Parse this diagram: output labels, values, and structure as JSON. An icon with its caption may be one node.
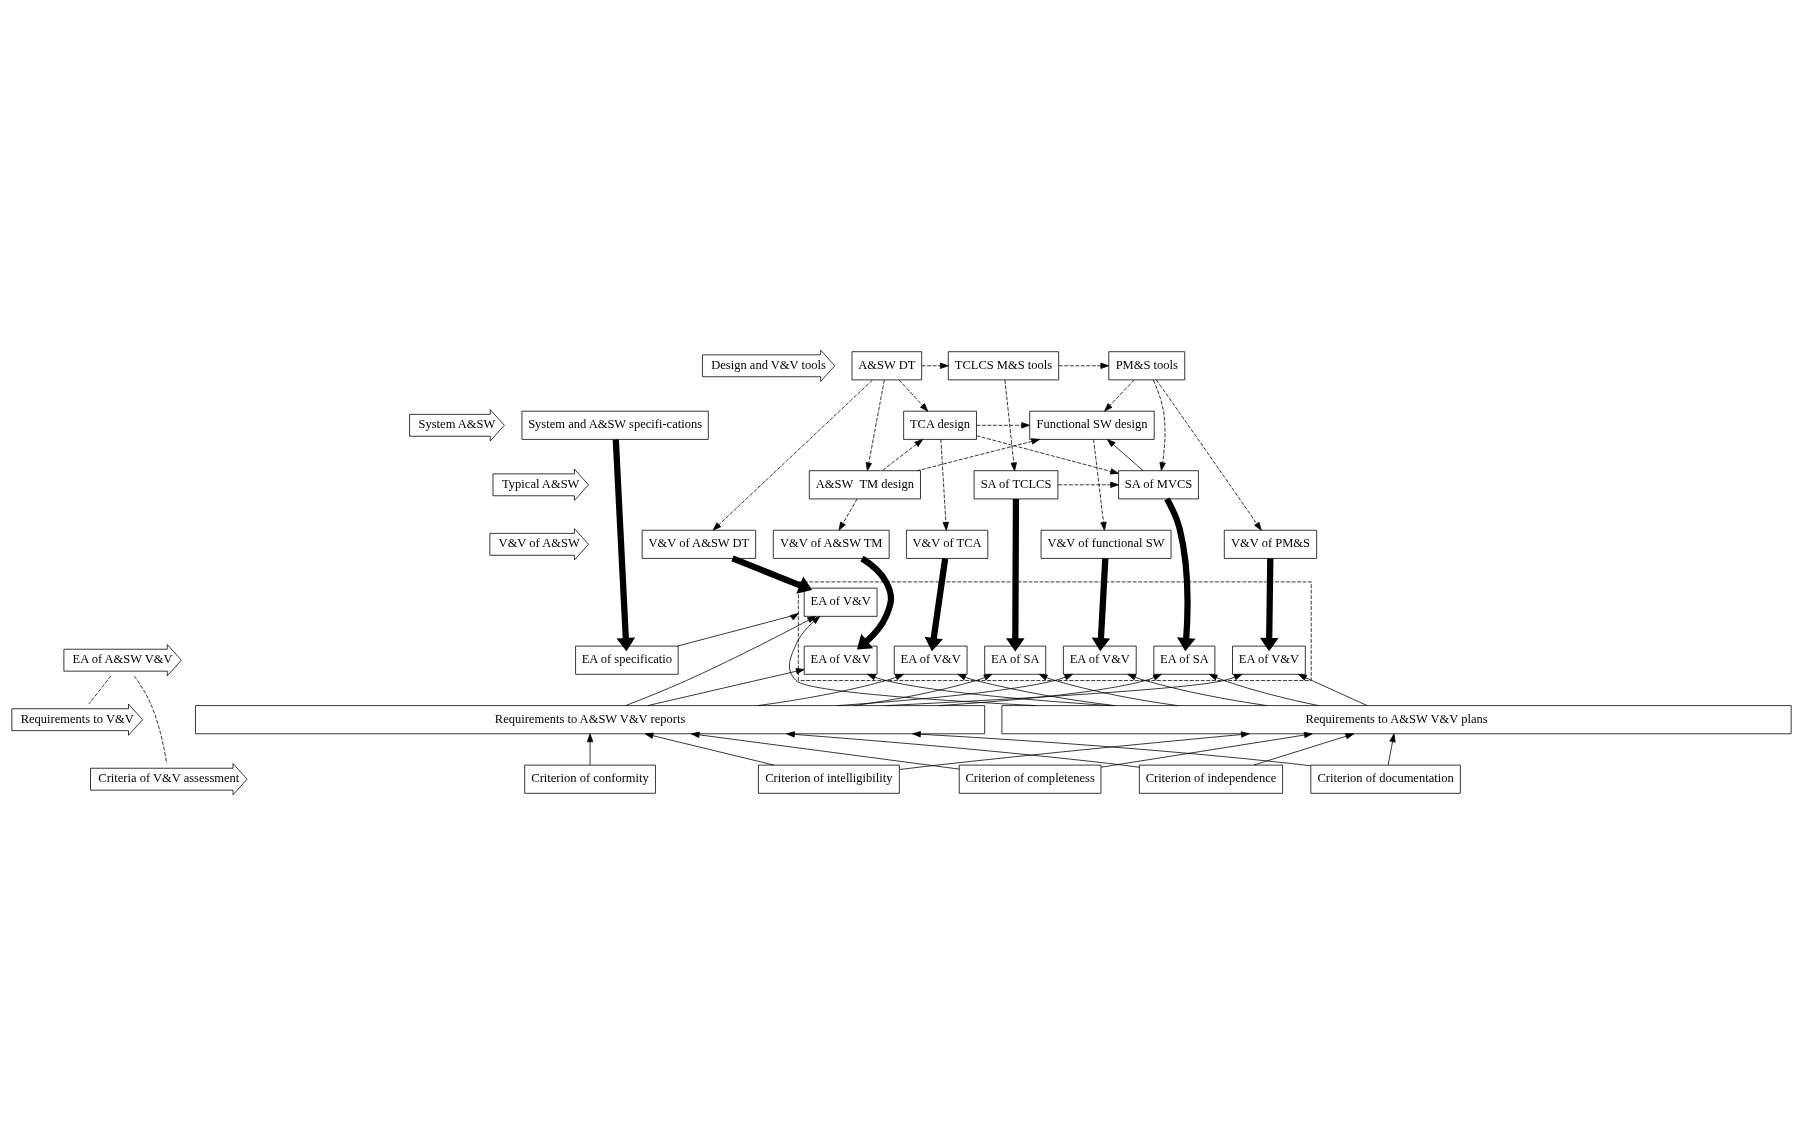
{
  "diagram": {
    "nodes": [
      {
        "text": [
          "Design and V&V tools"
        ]
      },
      {
        "text": [
          "System A&SW"
        ]
      },
      {
        "text": [
          "Typical A&SW"
        ]
      },
      {
        "text": [
          "V&V of A&SW"
        ]
      },
      {
        "text": [
          "EA of A&SW V&V"
        ]
      },
      {
        "text": [
          "Requirements to V&V"
        ]
      },
      {
        "text": [
          "Criteria of V&V assessment"
        ]
      },
      {
        "text": [
          "System and A&SW specifi-cations"
        ]
      },
      {
        "text": [
          "A&SW DT"
        ]
      },
      {
        "text": [
          "TCLCS M&S tools"
        ]
      },
      {
        "text": [
          "PM&S tools"
        ]
      },
      {
        "text": [
          "TCA design"
        ]
      },
      {
        "text": [
          "Functional SW design"
        ]
      },
      {
        "text": [
          "A&SW  TM design"
        ]
      },
      {
        "text": [
          "SA of TCLCS"
        ]
      },
      {
        "text": [
          "SA of MVCS"
        ]
      },
      {
        "text": [
          "V&V of A&SW DT"
        ]
      },
      {
        "text": [
          "V&V of A&SW TM"
        ]
      },
      {
        "text": [
          "V&V of TCA"
        ]
      },
      {
        "text": [
          "V&V of PM&S"
        ]
      },
      {
        "text": [
          "V&V of functional SW"
        ]
      },
      {
        "text": [],
        "shape": "box"
      },
      {
        "text": [
          "EA of specificatio"
        ]
      },
      {
        "text": [
          "EA of V&V"
        ],
        "in": 21
      },
      {
        "text": [
          "EA of V&V"
        ],
        "in": 21
      },
      {
        "text": [
          "EA of V&V"
        ],
        "in": 21
      },
      {
        "text": [
          "EA of SA"
        ],
        "in": 21
      },
      {
        "text": [
          "EA of V&V"
        ],
        "in": 21
      },
      {
        "text": [
          "EA of SA"
        ],
        "in": 21
      },
      {
        "text": [
          "EA of V&V"
        ],
        "in": 21
      },
      {
        "text": [
          "Requirements to A&SW V&V plans"
        ]
      },
      {
        "text": [
          "Requirements to A&SW V&V reports"
        ]
      },
      {
        "text": [
          "Criterion of documentation"
        ]
      },
      {
        "text": [
          "Criterion of intelligibility"
        ]
      },
      {
        "text": [
          "Criterion of completeness"
        ]
      },
      {
        "text": [
          "Criterion of independence"
        ]
      },
      {
        "text": [
          "Criterion of conformity"
        ]
      }
    ],
    "edges": [
      {
        "from": 8,
        "to": 9,
        "arrow": "to",
        "style": "dashed"
      },
      {
        "from": 8,
        "to": 13,
        "arrow": "to",
        "style": "dashed"
      },
      {
        "from": 8,
        "to": 11,
        "arrow": "to",
        "style": "dashed"
      },
      {
        "from": 8,
        "to": 16,
        "arrow": "to",
        "style": "dashed"
      },
      {
        "from": 9,
        "to": 10,
        "arrow": "to",
        "style": "dashed"
      },
      {
        "from": 9,
        "to": 14,
        "arrow": "to",
        "style": "dashed"
      },
      {
        "from": 10,
        "to": 12,
        "arrow": "to",
        "style": "dashed"
      },
      {
        "from": 10,
        "to": 15,
        "arrow": "to",
        "style": "dashed"
      },
      {
        "from": 10,
        "to": 19,
        "arrow": "to",
        "style": "dashed"
      },
      {
        "from": 11,
        "to": 12,
        "arrow": "to",
        "style": "dashed"
      },
      {
        "from": 11,
        "to": 15,
        "arrow": "to",
        "style": "dashed"
      },
      {
        "from": 11,
        "to": 18,
        "arrow": "to",
        "style": "dashed"
      },
      {
        "from": 13,
        "to": 11,
        "arrow": "to",
        "style": "dashed"
      },
      {
        "from": 13,
        "to": 12,
        "arrow": "to",
        "style": "dashed"
      },
      {
        "from": 13,
        "to": 17,
        "arrow": "to",
        "style": "dashed"
      },
      {
        "from": 14,
        "to": 15,
        "arrow": "to",
        "style": "dashed"
      },
      {
        "from": 15,
        "to": 12,
        "arrow": "to"
      },
      {
        "from": 12,
        "to": 20,
        "arrow": "to",
        "style": "dashed"
      },
      {
        "from": 7,
        "to": 22,
        "arrow": "to",
        "style": "thick"
      },
      {
        "from": 16,
        "to": 23,
        "arrow": "to",
        "style": "thick"
      },
      {
        "from": 17,
        "to": 24,
        "arrow": "to",
        "style": "thick"
      },
      {
        "from": 18,
        "to": 25,
        "arrow": "to",
        "style": "thick"
      },
      {
        "from": 14,
        "to": 26,
        "arrow": "to",
        "style": "thick"
      },
      {
        "from": 19,
        "to": 27,
        "arrow": "to",
        "style": "thick"
      },
      {
        "from": 15,
        "to": 28,
        "arrow": "to",
        "style": "thick"
      },
      {
        "from": 20,
        "to": 29,
        "arrow": "to",
        "style": "thick"
      },
      {
        "from": 22,
        "to": 21,
        "arrow": "to"
      },
      {
        "from": 30,
        "to": 23,
        "arrow": "to"
      },
      {
        "from": 31,
        "to": 23,
        "arrow": "to"
      },
      {
        "from": 30,
        "to": 24,
        "arrow": "to"
      },
      {
        "from": 31,
        "to": 24,
        "arrow": "to"
      },
      {
        "from": 30,
        "to": 25,
        "arrow": "to"
      },
      {
        "from": 31,
        "to": 25,
        "arrow": "to"
      },
      {
        "from": 30,
        "to": 26,
        "arrow": "to"
      },
      {
        "from": 31,
        "to": 26,
        "arrow": "to"
      },
      {
        "from": 30,
        "to": 27,
        "arrow": "to"
      },
      {
        "from": 31,
        "to": 27,
        "arrow": "to"
      },
      {
        "from": 30,
        "to": 28,
        "arrow": "to"
      },
      {
        "from": 31,
        "to": 28,
        "arrow": "to"
      },
      {
        "from": 30,
        "to": 29,
        "arrow": "to"
      },
      {
        "from": 31,
        "to": 29,
        "arrow": "to"
      },
      {
        "from": 32,
        "to": 31,
        "arrow": "to"
      },
      {
        "from": 32,
        "to": 30,
        "arrow": "to"
      },
      {
        "from": 33,
        "to": 31,
        "arrow": "to"
      },
      {
        "from": 33,
        "to": 30,
        "arrow": "to"
      },
      {
        "from": 34,
        "to": 31,
        "arrow": "to"
      },
      {
        "from": 34,
        "to": 30,
        "arrow": "to"
      },
      {
        "from": 35,
        "to": 31,
        "arrow": "to"
      },
      {
        "from": 35,
        "to": 30,
        "arrow": "to"
      },
      {
        "from": 36,
        "to": 31,
        "arrow": "to"
      },
      {
        "from": 4,
        "to": 5,
        "arrow": "none",
        "style": "dashed"
      },
      {
        "from": 4,
        "to": 6,
        "arrow": "none",
        "style": "dashed"
      }
    ]
  }
}
